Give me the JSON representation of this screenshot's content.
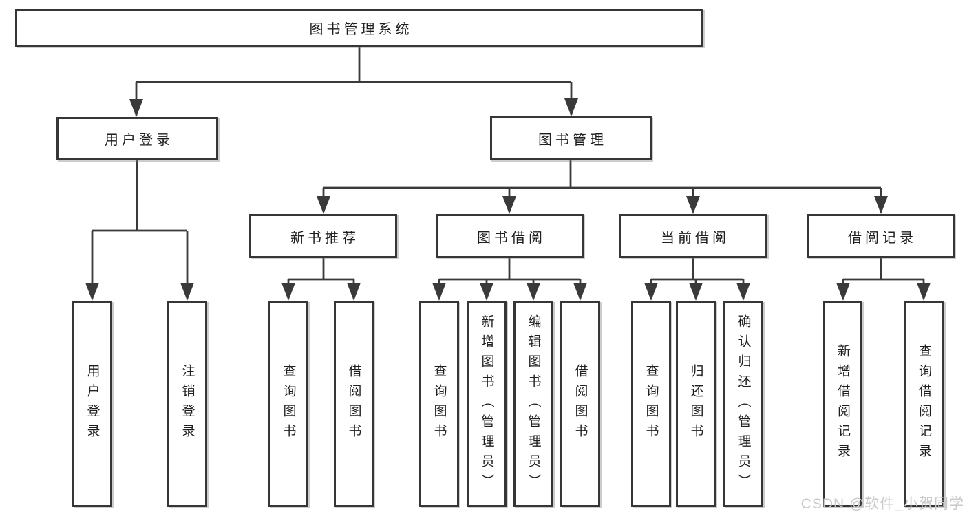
{
  "type": "hierarchy-diagram",
  "tree": {
    "label": "图书管理系统",
    "children": [
      {
        "label": "用户登录",
        "children": [
          {
            "label": "用户登录"
          },
          {
            "label": "注销登录"
          }
        ]
      },
      {
        "label": "图书管理",
        "children": [
          {
            "label": "新书推荐",
            "children": [
              {
                "label": "查询图书"
              },
              {
                "label": "借阅图书"
              }
            ]
          },
          {
            "label": "图书借阅",
            "children": [
              {
                "label": "查询图书"
              },
              {
                "label": "新增图书（管理员）"
              },
              {
                "label": "编辑图书（管理员）"
              },
              {
                "label": "借阅图书"
              }
            ]
          },
          {
            "label": "当前借阅",
            "children": [
              {
                "label": "查询图书"
              },
              {
                "label": "归还图书"
              },
              {
                "label": "确认归还（管理员）"
              }
            ]
          },
          {
            "label": "借阅记录",
            "children": [
              {
                "label": "新增借阅记录"
              },
              {
                "label": "查询借阅记录"
              }
            ]
          }
        ]
      }
    ]
  },
  "watermark": {
    "text": "CSDN @软件_小贺同学"
  },
  "colors": {
    "line": "#3a3a3a",
    "box_border": "#363636",
    "box_background": "#ffffff",
    "text": "#1f1f1f",
    "watermark": "#c9c9c9"
  }
}
